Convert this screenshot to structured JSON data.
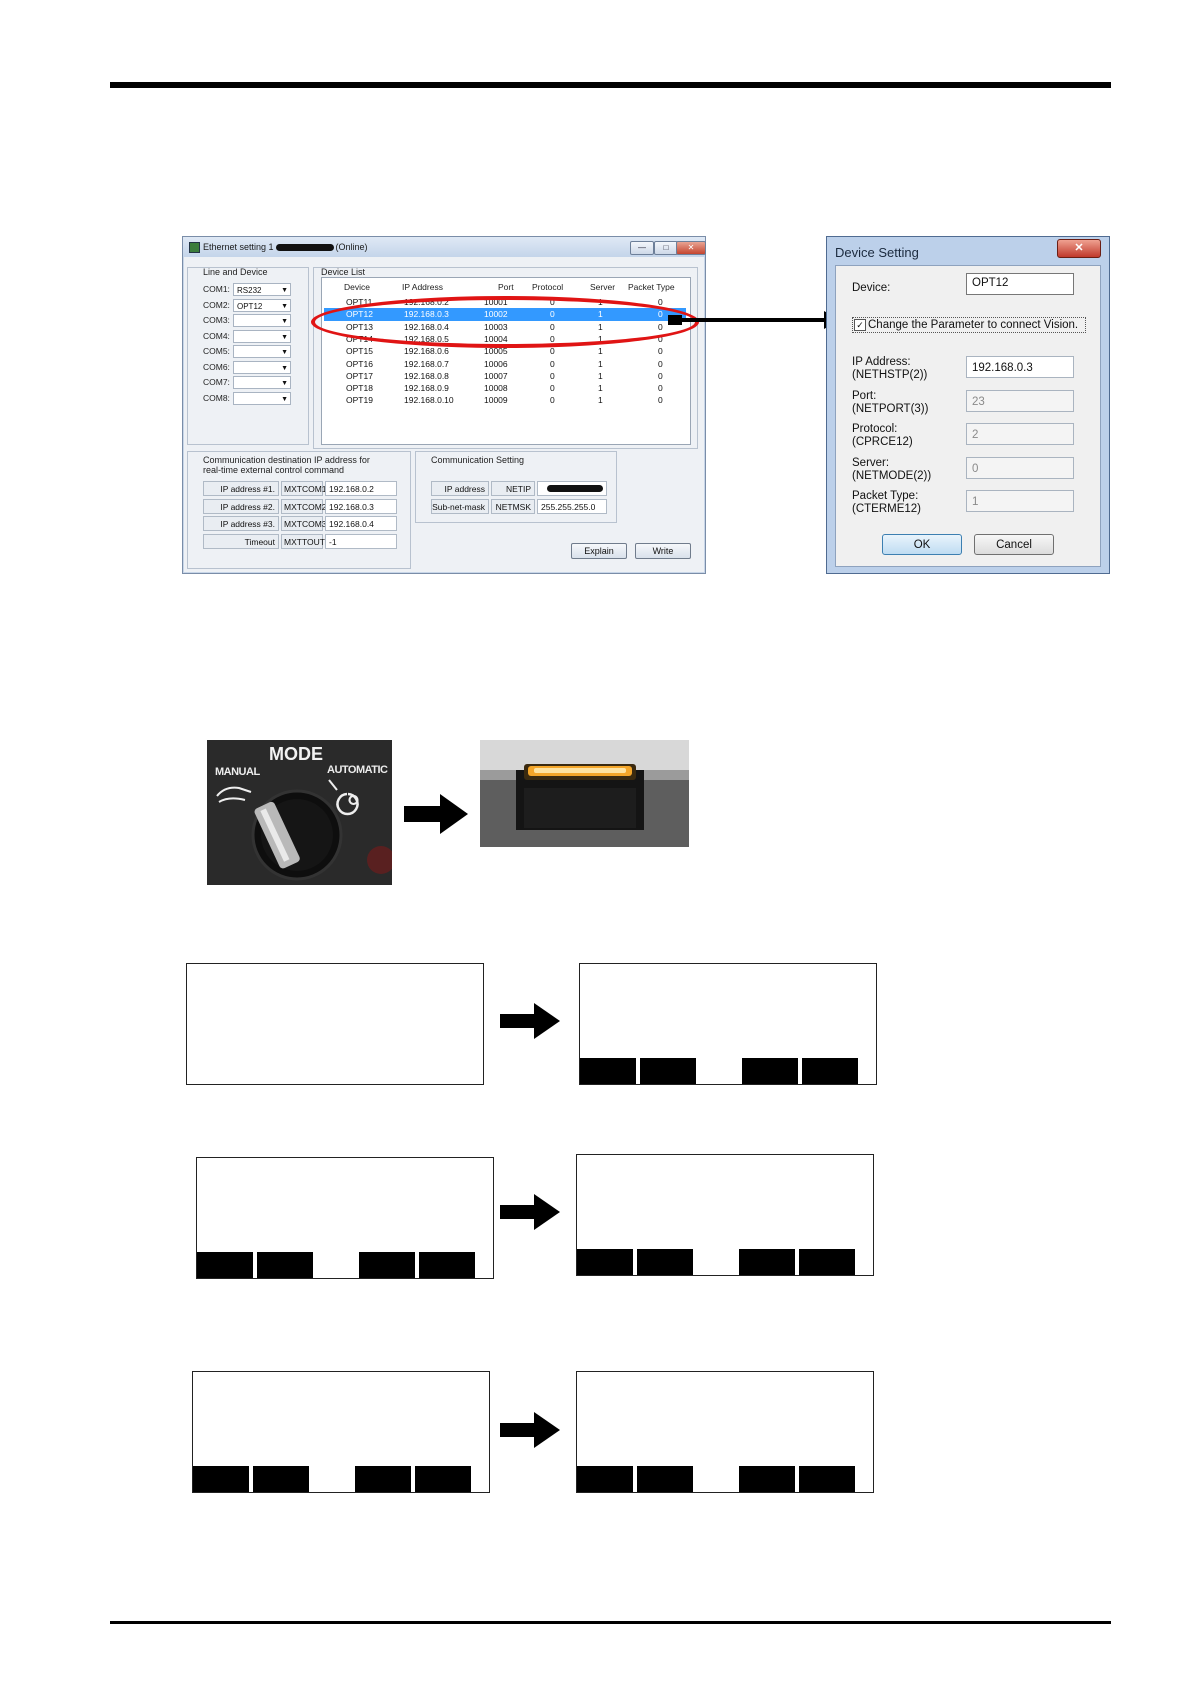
{
  "ethernet_window": {
    "title_prefix": "Ethernet setting 1",
    "title_suffix": "(Online)",
    "window_buttons": [
      "—",
      "□",
      "✕"
    ],
    "line_device": {
      "heading": "Line and Device",
      "rows": [
        {
          "label": "COM1:",
          "value": "RS232"
        },
        {
          "label": "COM2:",
          "value": "OPT12"
        },
        {
          "label": "COM3:",
          "value": ""
        },
        {
          "label": "COM4:",
          "value": ""
        },
        {
          "label": "COM5:",
          "value": ""
        },
        {
          "label": "COM6:",
          "value": ""
        },
        {
          "label": "COM7:",
          "value": ""
        },
        {
          "label": "COM8:",
          "value": ""
        }
      ]
    },
    "device_list": {
      "heading": "Device List",
      "columns": [
        "Device",
        "IP Address",
        "Port",
        "Protocol",
        "Server",
        "Packet Type"
      ],
      "rows": [
        {
          "device": "OPT11",
          "ip": "192.168.0.2",
          "port": "10001",
          "protocol": "0",
          "server": "1",
          "packet": "0"
        },
        {
          "device": "OPT12",
          "ip": "192.168.0.3",
          "port": "10002",
          "protocol": "0",
          "server": "1",
          "packet": "0"
        },
        {
          "device": "OPT13",
          "ip": "192.168.0.4",
          "port": "10003",
          "protocol": "0",
          "server": "1",
          "packet": "0"
        },
        {
          "device": "OPT14",
          "ip": "192.168.0.5",
          "port": "10004",
          "protocol": "0",
          "server": "1",
          "packet": "0"
        },
        {
          "device": "OPT15",
          "ip": "192.168.0.6",
          "port": "10005",
          "protocol": "0",
          "server": "1",
          "packet": "0"
        },
        {
          "device": "OPT16",
          "ip": "192.168.0.7",
          "port": "10006",
          "protocol": "0",
          "server": "1",
          "packet": "0"
        },
        {
          "device": "OPT17",
          "ip": "192.168.0.8",
          "port": "10007",
          "protocol": "0",
          "server": "1",
          "packet": "0"
        },
        {
          "device": "OPT18",
          "ip": "192.168.0.9",
          "port": "10008",
          "protocol": "0",
          "server": "1",
          "packet": "0"
        },
        {
          "device": "OPT19",
          "ip": "192.168.0.10",
          "port": "10009",
          "protocol": "0",
          "server": "1",
          "packet": "0"
        }
      ]
    },
    "comm_dest": {
      "heading_line1": "Communication destination IP address for",
      "heading_line2": "real-time external control command",
      "rows": [
        {
          "label": "IP address #1.",
          "param": "MXTCOM1",
          "value": "192.168.0.2"
        },
        {
          "label": "IP address #2.",
          "param": "MXTCOM2",
          "value": "192.168.0.3"
        },
        {
          "label": "IP address #3.",
          "param": "MXTCOM3",
          "value": "192.168.0.4"
        },
        {
          "label": "Timeout",
          "param": "MXTTOUT",
          "value": "-1"
        }
      ]
    },
    "comm_setting": {
      "heading": "Communication Setting",
      "rows": [
        {
          "label": "IP address",
          "param": "NETIP",
          "value": ""
        },
        {
          "label": "Sub-net-mask",
          "param": "NETMSK",
          "value": "255.255.255.0"
        }
      ]
    },
    "buttons": {
      "explain": "Explain",
      "write": "Write"
    }
  },
  "device_setting": {
    "title": "Device Setting",
    "close": "✕",
    "device_label": "Device:",
    "device_value": "OPT12",
    "checkbox_label": "Change the Parameter to connect Vision.",
    "checkbox_checked": true,
    "fields": [
      {
        "label1": "IP Address:",
        "label2": "(NETHSTP(2))",
        "value": "192.168.0.3",
        "enabled": true
      },
      {
        "label1": "Port:",
        "label2": "(NETPORT(3))",
        "value": "23",
        "enabled": false
      },
      {
        "label1": "Protocol:",
        "label2": "(CPRCE12)",
        "value": "2",
        "enabled": false
      },
      {
        "label1": "Server:",
        "label2": "(NETMODE(2))",
        "value": "0",
        "enabled": false
      },
      {
        "label1": "Packet Type:",
        "label2": "(CTERME12)",
        "value": "1",
        "enabled": false
      }
    ],
    "ok": "OK",
    "cancel": "Cancel"
  },
  "mode_photo": {
    "title": "MODE",
    "left_label": "MANUAL",
    "right_label": "AUTOMATIC"
  },
  "colors": {
    "selection": "#3399ff",
    "highlight_ring": "#e01414",
    "lamp": "#f4a62a"
  }
}
